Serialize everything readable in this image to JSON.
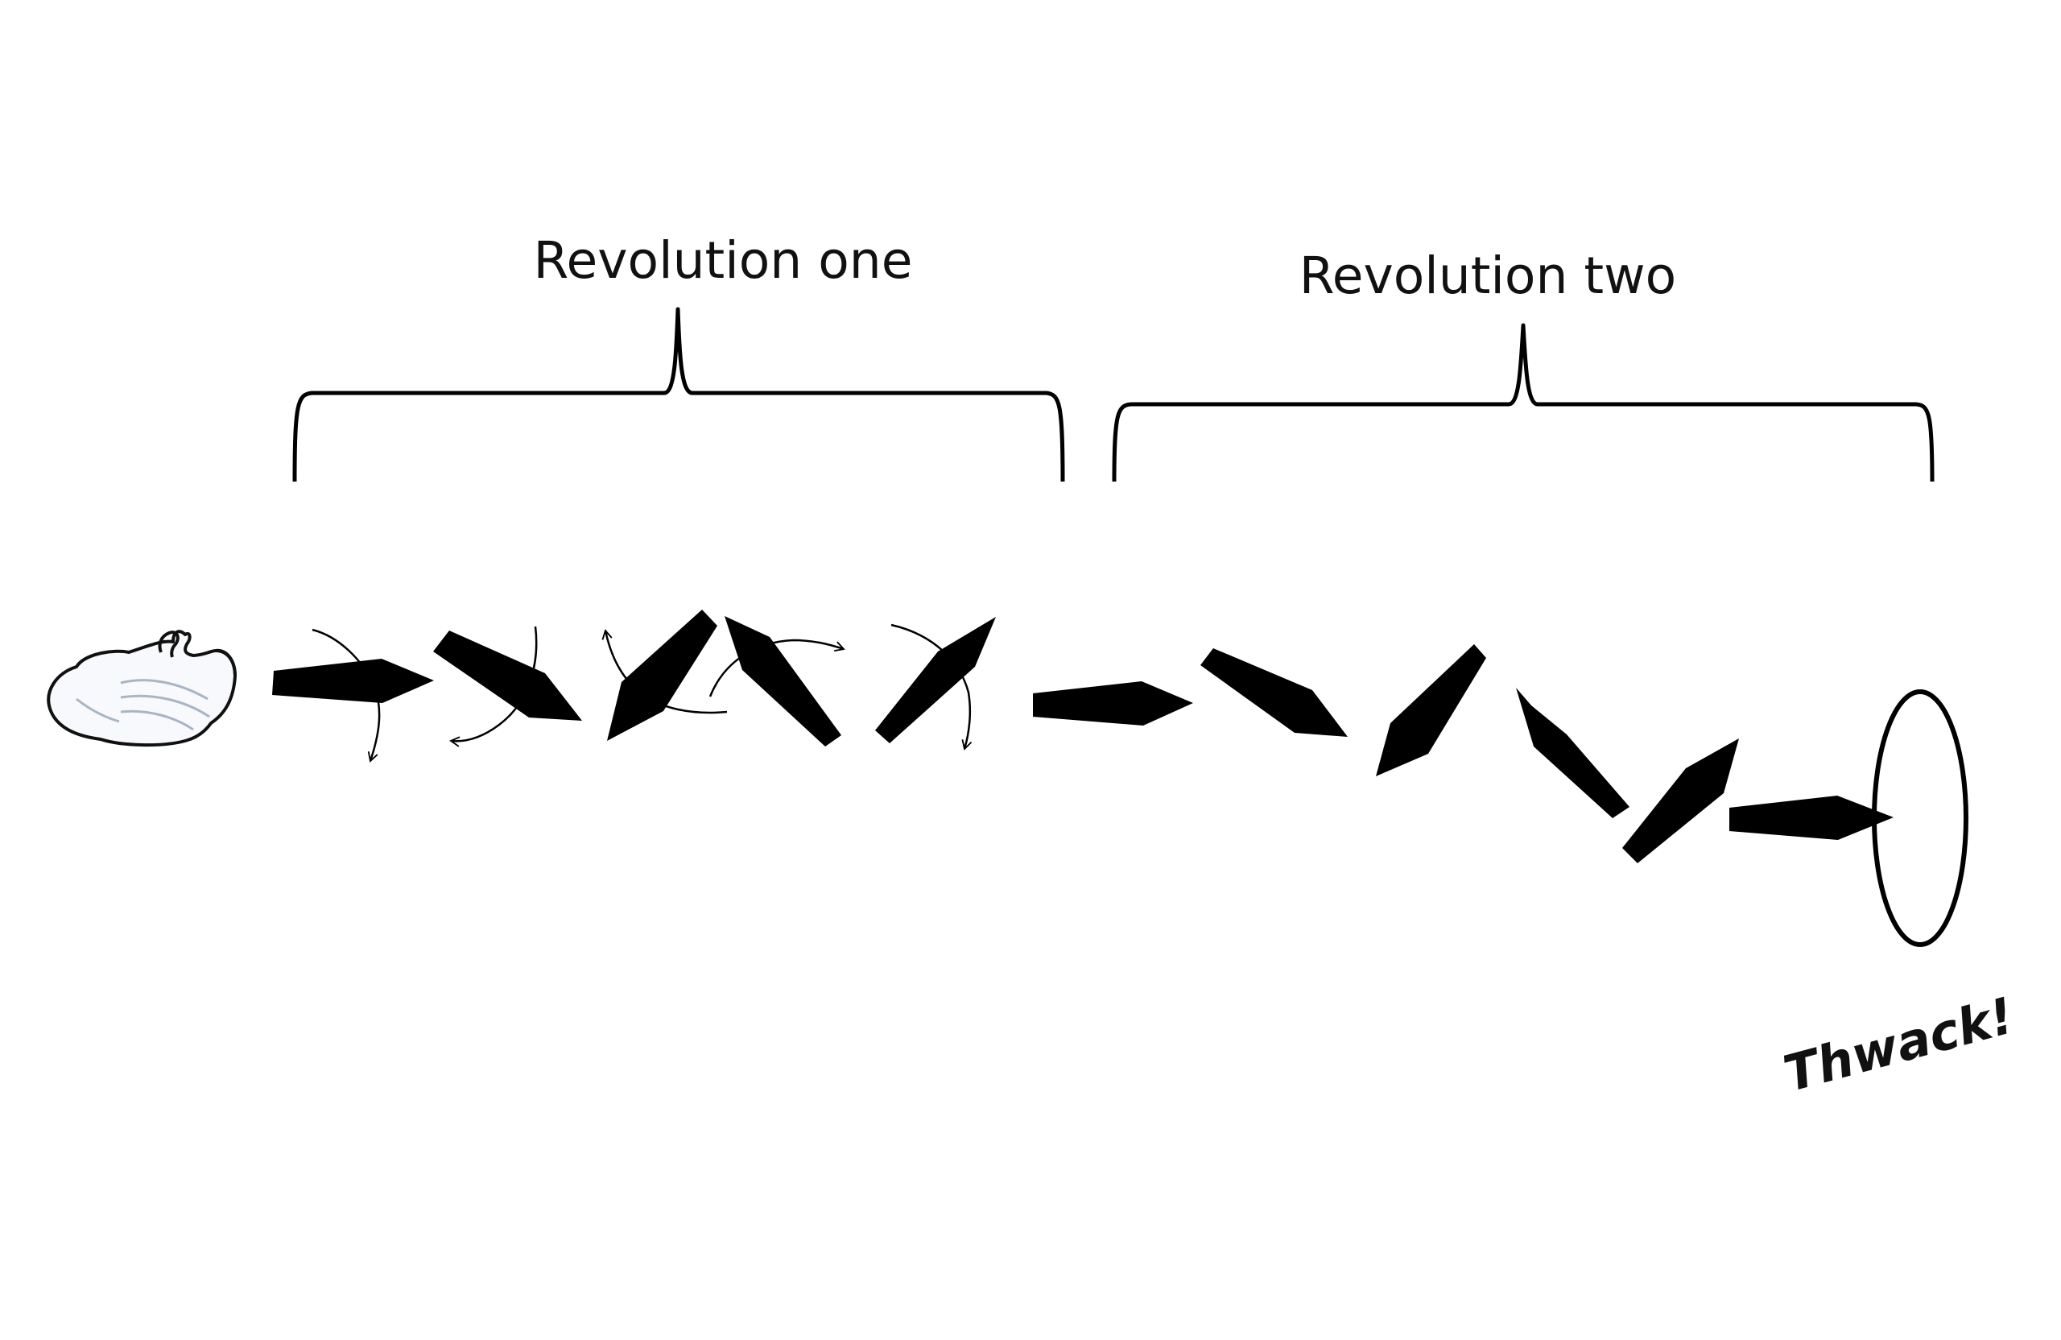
{
  "diagram": {
    "revolution_one_label": "Revolution one",
    "revolution_two_label": "Revolution two",
    "impact_label": "Thwack!"
  },
  "icons": {
    "thrower": "gloved-hand-icon",
    "projectile": "throwing-knife-icon",
    "rotation": "curved-arrow-icon",
    "target": "target-ring-icon"
  },
  "colors": {
    "ink": "#000000",
    "background": "#ffffff",
    "glove": "#f7f9fc"
  }
}
